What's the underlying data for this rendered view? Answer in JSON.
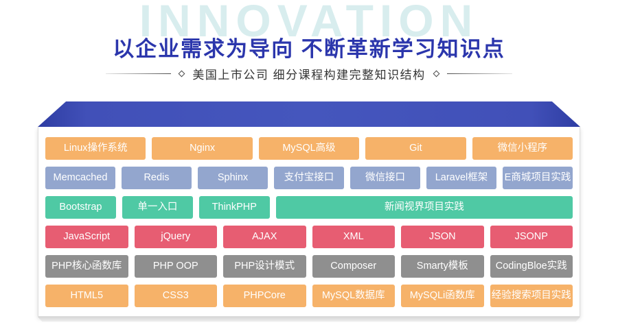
{
  "watermark": "INNOVATION",
  "header": {
    "title": "以企业需求为导向 不断革新学习知识点",
    "subtitle": "美国上市公司 细分课程构建完整知识结构"
  },
  "colors": {
    "heading_blue": "#2b36ac",
    "watermark_teal": "#d8edee",
    "platform_blue": "#4150b8",
    "tag_orange": "#f6b269",
    "tag_periwinkle": "#93a6ce",
    "tag_green": "#4fc9a4",
    "tag_red": "#e75d72",
    "tag_gray": "#8f8f8f"
  },
  "rows": [
    {
      "color": "orange",
      "items": [
        {
          "label": "Linux操作系统"
        },
        {
          "label": "Nginx"
        },
        {
          "label": "MySQL高级"
        },
        {
          "label": "Git"
        },
        {
          "label": "微信小程序"
        }
      ]
    },
    {
      "color": "periwinkle",
      "items": [
        {
          "label": "Memcached"
        },
        {
          "label": "Redis"
        },
        {
          "label": "Sphinx"
        },
        {
          "label": "支付宝接口"
        },
        {
          "label": "微信接口"
        },
        {
          "label": "Laravel框架"
        },
        {
          "label": "E商城项目实践"
        }
      ]
    },
    {
      "color": "green",
      "items": [
        {
          "label": "Bootstrap"
        },
        {
          "label": "单一入口"
        },
        {
          "label": "ThinkPHP"
        },
        {
          "label": "新闻视界项目实践"
        }
      ]
    },
    {
      "color": "red",
      "items": [
        {
          "label": "JavaScript"
        },
        {
          "label": "jQuery"
        },
        {
          "label": "AJAX"
        },
        {
          "label": "XML"
        },
        {
          "label": "JSON"
        },
        {
          "label": "JSONP"
        }
      ]
    },
    {
      "color": "gray",
      "items": [
        {
          "label": "PHP核心函数库"
        },
        {
          "label": "PHP OOP"
        },
        {
          "label": "PHP设计模式"
        },
        {
          "label": "Composer"
        },
        {
          "label": "Smarty模板"
        },
        {
          "label": "CodingBloe实践"
        }
      ]
    },
    {
      "color": "orange",
      "items": [
        {
          "label": "HTML5"
        },
        {
          "label": "CSS3"
        },
        {
          "label": "PHPCore"
        },
        {
          "label": "MySQL数据库"
        },
        {
          "label": "MySQLi函数库"
        },
        {
          "label": "经验搜索项目实践"
        }
      ]
    }
  ]
}
